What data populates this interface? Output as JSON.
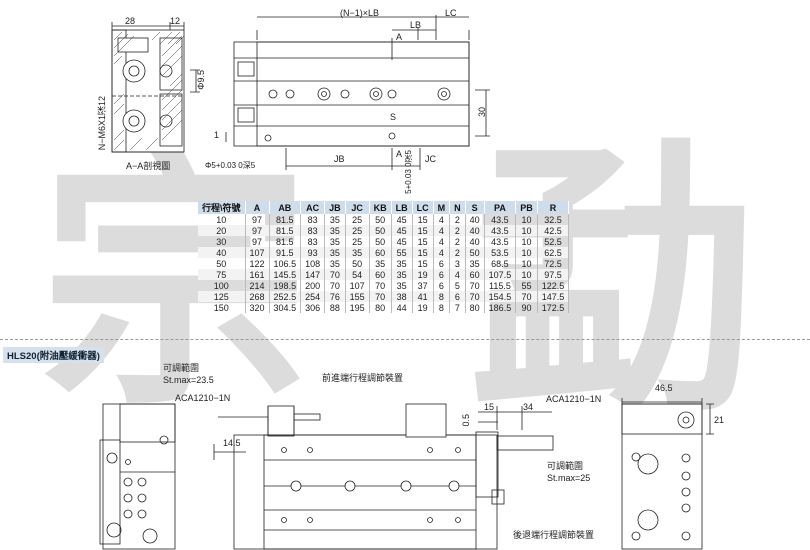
{
  "watermark": {
    "char1": "宗",
    "char2": "勐"
  },
  "top_view": {
    "dim_28": "28",
    "dim_12": "12",
    "dim_n1lb": "(N−1)×LB",
    "dim_lc": "LC",
    "dim_lb": "LB",
    "dim_a_top": "A",
    "dim_phi95": "Φ9.5",
    "dim_30": "30",
    "dim_1": "1",
    "dim_jb": "JB",
    "dim_a_bot": "A",
    "dim_jc": "JC",
    "dim_s": "S",
    "dim_phi5": "Φ5+0.03 0深5",
    "dim_5depth": "5+0.03 0深5",
    "screw_label": "N−M6X1深12",
    "section_label": "A−A剖視圖"
  },
  "table": {
    "headers": [
      "行程\\符號",
      "A",
      "AB",
      "AC",
      "JB",
      "JC",
      "KB",
      "LB",
      "LC",
      "M",
      "N",
      "S",
      "PA",
      "PB",
      "R"
    ],
    "rows": [
      [
        "10",
        "97",
        "81.5",
        "83",
        "35",
        "25",
        "50",
        "45",
        "15",
        "4",
        "2",
        "40",
        "43.5",
        "10",
        "32.5"
      ],
      [
        "20",
        "97",
        "81.5",
        "83",
        "35",
        "25",
        "50",
        "45",
        "15",
        "4",
        "2",
        "40",
        "43.5",
        "10",
        "42.5"
      ],
      [
        "30",
        "97",
        "81.5",
        "83",
        "35",
        "25",
        "50",
        "45",
        "15",
        "4",
        "2",
        "40",
        "43.5",
        "10",
        "52.5"
      ],
      [
        "40",
        "107",
        "91.5",
        "93",
        "35",
        "35",
        "60",
        "55",
        "15",
        "4",
        "2",
        "50",
        "53.5",
        "10",
        "62.5"
      ],
      [
        "50",
        "122",
        "106.5",
        "108",
        "35",
        "50",
        "35",
        "35",
        "15",
        "6",
        "3",
        "35",
        "68.5",
        "10",
        "72.5"
      ],
      [
        "75",
        "161",
        "145.5",
        "147",
        "70",
        "54",
        "60",
        "35",
        "19",
        "6",
        "4",
        "60",
        "107.5",
        "10",
        "97.5"
      ],
      [
        "100",
        "214",
        "198.5",
        "200",
        "70",
        "107",
        "70",
        "35",
        "37",
        "6",
        "5",
        "70",
        "115.5",
        "55",
        "122.5"
      ],
      [
        "125",
        "268",
        "252.5",
        "254",
        "76",
        "155",
        "70",
        "38",
        "41",
        "8",
        "6",
        "70",
        "154.5",
        "70",
        "147.5"
      ],
      [
        "150",
        "320",
        "304.5",
        "306",
        "88",
        "195",
        "80",
        "44",
        "19",
        "8",
        "7",
        "80",
        "186.5",
        "90",
        "172.5"
      ]
    ]
  },
  "bottom_view": {
    "section_title": "HLS20(附油壓緩衝器)",
    "adjust_range_left": "可調範圍",
    "stmax_left": "St.max=23.5",
    "aca_left": "ACA1210−1N",
    "front_adjust": "前進端行程調節裝置",
    "dim_145": "14.5",
    "dim_05": "0.5",
    "dim_15": "15",
    "dim_34": "34",
    "aca_right": "ACA1210−1N",
    "adjust_range_right": "可調範圍",
    "stmax_right": "St.max=25",
    "rear_adjust": "後退端行程調節裝置",
    "dim_465": "46.5",
    "dim_21": "21"
  }
}
